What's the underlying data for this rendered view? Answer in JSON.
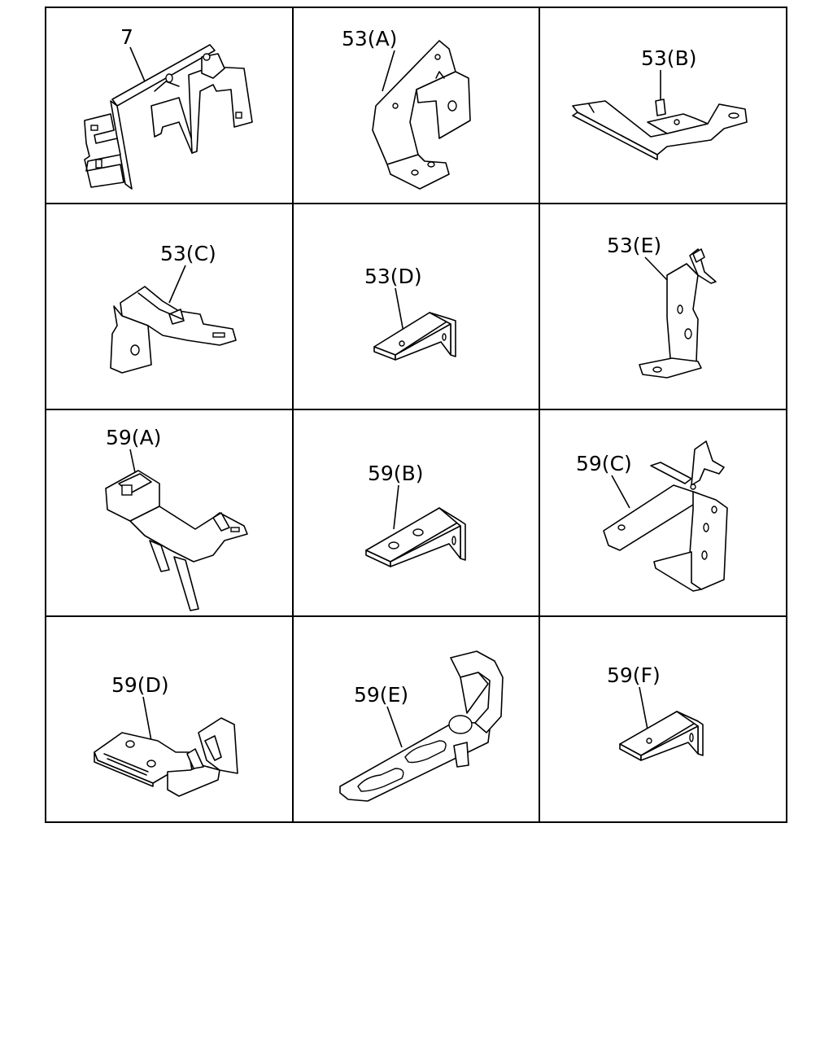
{
  "labels": {
    "p7": "7",
    "p53a": "53(A)",
    "p53b": "53(B)",
    "p53c": "53(C)",
    "p53d": "53(D)",
    "p53e": "53(E)",
    "p59a": "59(A)",
    "p59b": "59(B)",
    "p59c": "59(C)",
    "p59d": "59(D)",
    "p59e": "59(E)",
    "p59f": "59(F)"
  }
}
